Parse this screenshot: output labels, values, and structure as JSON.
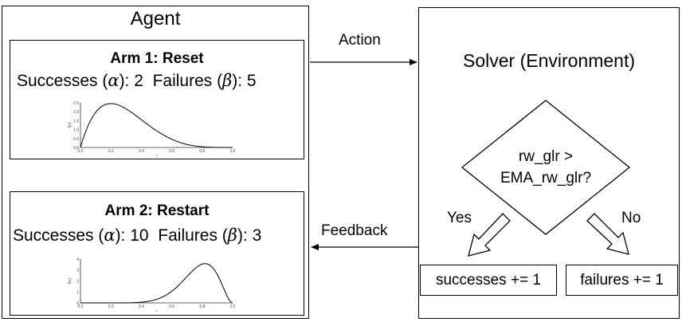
{
  "agent": {
    "title": "Agent",
    "arms": [
      {
        "title": "Arm 1: Reset",
        "successes_label": "Successes (",
        "alpha": "α",
        "successes_value": "): 2",
        "failures_label": "Failures (",
        "beta": "β",
        "failures_value": "): 5",
        "plot": {
          "ylabel": "f(x)",
          "xlabel": "x",
          "xticks": [
            "0.0",
            "0.2",
            "0.4",
            "0.6",
            "0.8",
            "1.0"
          ],
          "yticks": [
            "0.0",
            "0.5",
            "1.0",
            "1.5",
            "2.0",
            "2.5"
          ],
          "alpha": 2,
          "beta": 5,
          "ymax": 2.5
        }
      },
      {
        "title": "Arm 2: Restart",
        "successes_label": "Successes (",
        "alpha": "α",
        "successes_value": "): 10",
        "failures_label": "Failures (",
        "beta": "β",
        "failures_value": "): 3",
        "plot": {
          "ylabel": "f(x)",
          "xlabel": "x",
          "xticks": [
            "0.0",
            "0.2",
            "0.4",
            "0.6",
            "0.8",
            "1.0"
          ],
          "yticks": [
            "0",
            "1",
            "2",
            "3",
            "4"
          ],
          "alpha": 10,
          "beta": 3,
          "ymax": 4
        }
      }
    ]
  },
  "solver": {
    "title": "Solver (Environment)",
    "decision_line1": "rw_glr >",
    "decision_line2": "EMA_rw_glr?",
    "yes_label": "Yes",
    "no_label": "No",
    "success_action": "successes += 1",
    "failure_action": "failures += 1"
  },
  "edges": {
    "action_label": "Action",
    "feedback_label": "Feedback"
  }
}
